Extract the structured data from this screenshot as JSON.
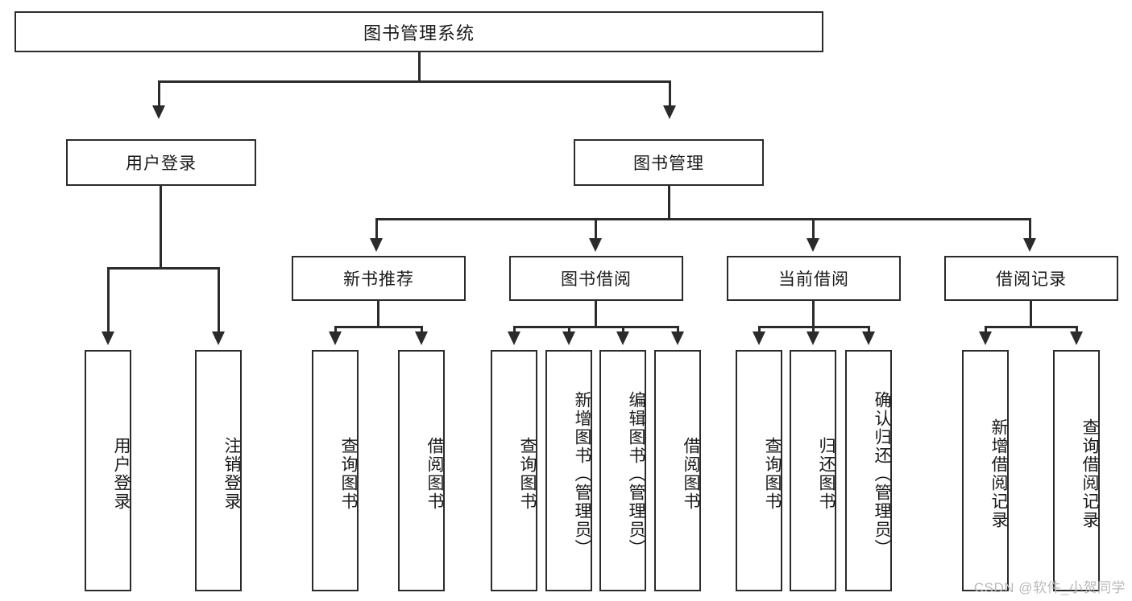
{
  "diagram": {
    "title": "图书管理系统",
    "type": "tree",
    "root": {
      "label": "图书管理系统"
    },
    "level2": [
      {
        "id": "user-login",
        "label": "用户登录"
      },
      {
        "id": "book-management",
        "label": "图书管理"
      }
    ],
    "level3": [
      {
        "id": "new-book-recommend",
        "label": "新书推荐",
        "parent": "book-management"
      },
      {
        "id": "book-borrow",
        "label": "图书借阅",
        "parent": "book-management"
      },
      {
        "id": "current-borrow",
        "label": "当前借阅",
        "parent": "book-management"
      },
      {
        "id": "borrow-record",
        "label": "借阅记录",
        "parent": "book-management"
      }
    ],
    "leaves": [
      {
        "id": "leaf-user-login",
        "label": "用户登录",
        "parent": "user-login"
      },
      {
        "id": "leaf-logout-login",
        "label": "注销登录",
        "parent": "user-login"
      },
      {
        "id": "leaf-query-book-1",
        "label": "查询图书",
        "parent": "new-book-recommend"
      },
      {
        "id": "leaf-borrow-book-1",
        "label": "借阅图书",
        "parent": "new-book-recommend"
      },
      {
        "id": "leaf-query-book-2",
        "label": "查询图书",
        "parent": "book-borrow"
      },
      {
        "id": "leaf-add-book",
        "label": "新增图书（管理员）",
        "parent": "book-borrow"
      },
      {
        "id": "leaf-edit-book",
        "label": "编辑图书（管理员）",
        "parent": "book-borrow"
      },
      {
        "id": "leaf-borrow-book-2",
        "label": "借阅图书",
        "parent": "book-borrow"
      },
      {
        "id": "leaf-query-book-3",
        "label": "查询图书",
        "parent": "current-borrow"
      },
      {
        "id": "leaf-return-book",
        "label": "归还图书",
        "parent": "current-borrow"
      },
      {
        "id": "leaf-confirm-return",
        "label": "确认归还（管理员）",
        "parent": "current-borrow"
      },
      {
        "id": "leaf-add-record",
        "label": "新增借阅记录",
        "parent": "borrow-record"
      },
      {
        "id": "leaf-query-record",
        "label": "查询借阅记录",
        "parent": "borrow-record"
      }
    ]
  },
  "watermark": {
    "text": "CSDN @软件_小贺同学"
  },
  "colors": {
    "stroke": "#2b2b2b",
    "background": "#ffffff",
    "watermark": "#b9b9b9"
  }
}
